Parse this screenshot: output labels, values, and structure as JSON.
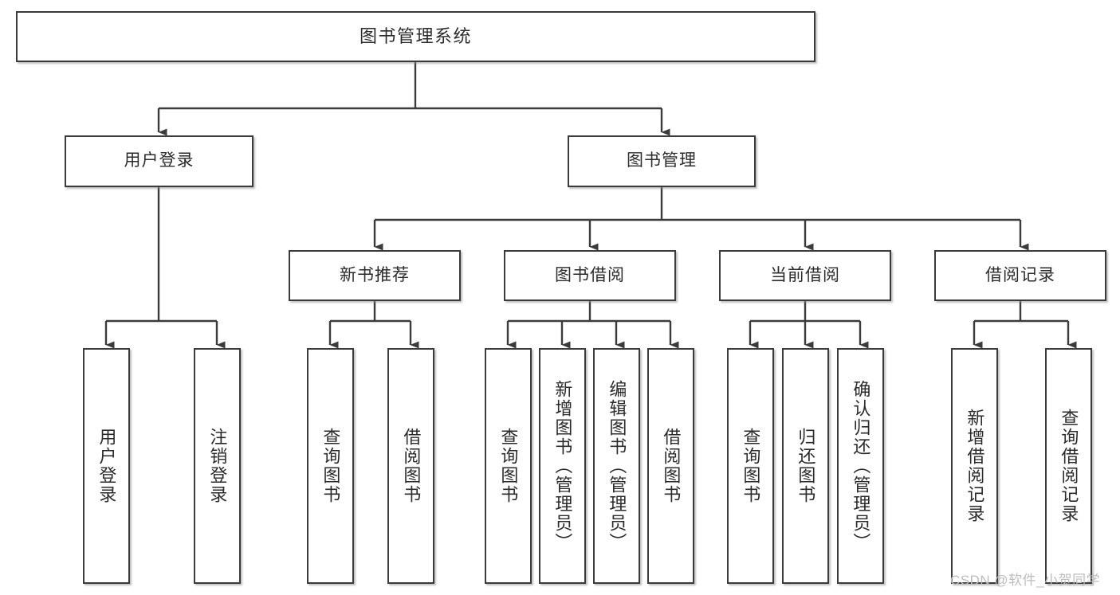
{
  "diagram": {
    "title": "图书管理系统",
    "type": "tree-hierarchy",
    "stroke_color": "#3b3b3b",
    "background_color": "#ffffff",
    "text_color": "#2b2b2b",
    "watermark": "CSDN @软件_小贺同学",
    "watermark_color": "#bdbdbd"
  },
  "nodes": {
    "root": {
      "label": "图书管理系统",
      "level": 1
    },
    "l2": [
      {
        "id": "user-login",
        "label": "用户登录",
        "level": 2
      },
      {
        "id": "book-manage",
        "label": "图书管理",
        "level": 2
      }
    ],
    "l3": [
      {
        "id": "new-book-rec",
        "label": "新书推荐",
        "level": 3,
        "parent": "book-manage"
      },
      {
        "id": "book-borrow",
        "label": "图书借阅",
        "level": 3,
        "parent": "book-manage"
      },
      {
        "id": "current-borrow",
        "label": "当前借阅",
        "level": 3,
        "parent": "book-manage"
      },
      {
        "id": "borrow-record",
        "label": "借阅记录",
        "level": 3,
        "parent": "book-manage"
      }
    ],
    "leaves": [
      {
        "id": "leaf-user-login",
        "label": "用户登录",
        "parent": "user-login"
      },
      {
        "id": "leaf-user-logout",
        "label": "注销登录",
        "parent": "user-login"
      },
      {
        "id": "leaf-query-book-1",
        "label": "查询图书",
        "parent": "new-book-rec"
      },
      {
        "id": "leaf-borrow-book-1",
        "label": "借阅图书",
        "parent": "new-book-rec"
      },
      {
        "id": "leaf-query-book-2",
        "label": "查询图书",
        "parent": "book-borrow"
      },
      {
        "id": "leaf-add-book",
        "label": "新增图书（管理员）",
        "parent": "book-borrow"
      },
      {
        "id": "leaf-edit-book",
        "label": "编辑图书（管理员）",
        "parent": "book-borrow"
      },
      {
        "id": "leaf-borrow-book-2",
        "label": "借阅图书",
        "parent": "book-borrow"
      },
      {
        "id": "leaf-query-book-3",
        "label": "查询图书",
        "parent": "current-borrow"
      },
      {
        "id": "leaf-return-book",
        "label": "归还图书",
        "parent": "current-borrow"
      },
      {
        "id": "leaf-confirm-return",
        "label": "确认归还（管理员）",
        "parent": "current-borrow"
      },
      {
        "id": "leaf-add-record",
        "label": "新增借阅记录",
        "parent": "borrow-record"
      },
      {
        "id": "leaf-query-record",
        "label": "查询借阅记录",
        "parent": "borrow-record"
      }
    ]
  }
}
